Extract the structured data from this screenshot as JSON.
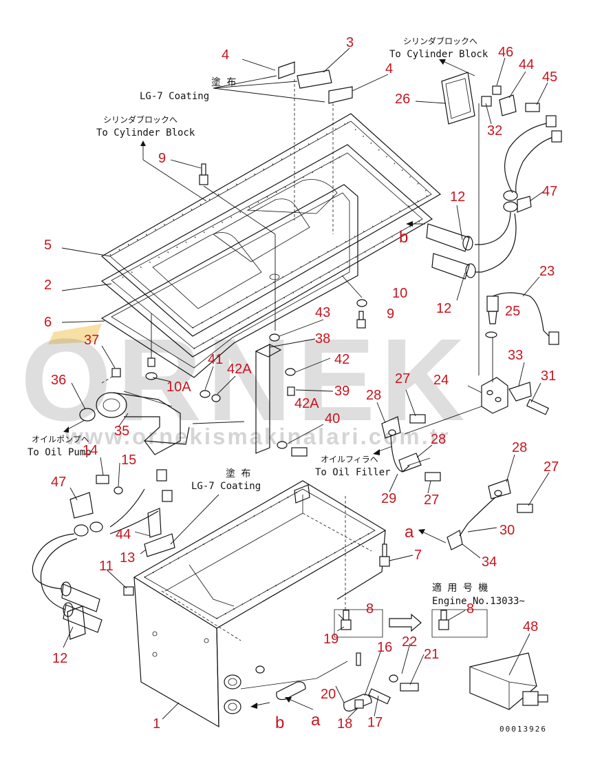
{
  "notes": {
    "coating_jp": "塗 布",
    "coating_en": "LG-7 Coating",
    "coating2_jp": "塗 布",
    "coating2_en": "LG-7 Coating",
    "cyl_block_jp_top": "シリンダブロックへ",
    "cyl_block_en_top": "To Cylinder Block",
    "cyl_block_jp_left": "シリンダブロックへ",
    "cyl_block_en_left": "To Cylinder Block",
    "oil_pump_jp": "オイルポンプへ",
    "oil_pump_en": "To Oil Pump",
    "oil_filler_jp": "オイルフィラへ",
    "oil_filler_en": "To Oil Filler",
    "applicable_jp": "適 用 号 機",
    "applicable_en": "Engine No.13033~"
  },
  "letters": [
    "b",
    "b",
    "a",
    "a"
  ],
  "drawing_number": "00013926",
  "watermark": {
    "logo": "ORNEK",
    "url": "www.ornekismakinalari.com.tr"
  },
  "callouts": [
    "4",
    "3",
    "4",
    "46",
    "44",
    "45",
    "26",
    "32",
    "9",
    "47",
    "12",
    "5",
    "2",
    "6",
    "10",
    "9",
    "12",
    "23",
    "25",
    "43",
    "38",
    "37",
    "41",
    "42A",
    "42",
    "36",
    "10A",
    "39",
    "42A",
    "24",
    "33",
    "31",
    "27",
    "28",
    "40",
    "35",
    "28",
    "28",
    "27",
    "29",
    "27",
    "30",
    "34",
    "14",
    "15",
    "47",
    "44",
    "13",
    "11",
    "7",
    "8",
    "8",
    "19",
    "22",
    "16",
    "21",
    "48",
    "12",
    "20",
    "18",
    "17",
    "1"
  ]
}
